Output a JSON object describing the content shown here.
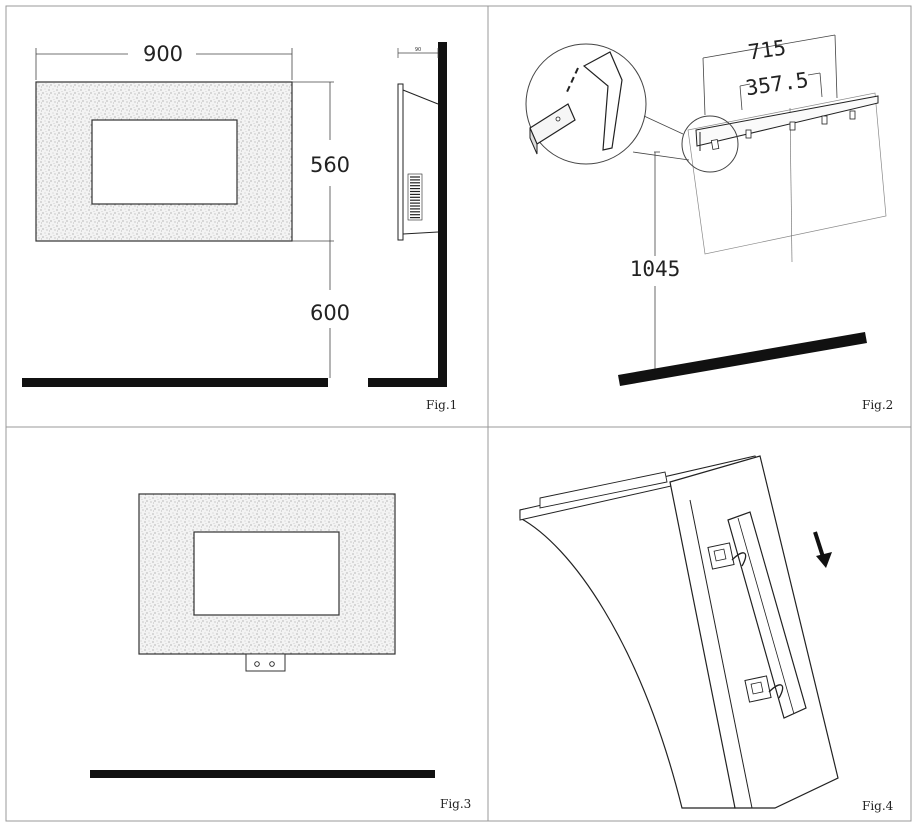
{
  "panels": [
    {
      "figure_label": "Fig.1",
      "dimensions": {
        "width": "900",
        "height": "560",
        "mount_height": "600",
        "depth": "90"
      }
    },
    {
      "figure_label": "Fig.2",
      "dimensions": {
        "hole_spacing": "715",
        "center_offset": "357.5",
        "height_from_floor": "1045"
      }
    },
    {
      "figure_label": "Fig.3"
    },
    {
      "figure_label": "Fig.4"
    }
  ],
  "colors": {
    "ink": "#111111",
    "frame": "#999999",
    "speckle_bg": "#f3f3f3"
  }
}
